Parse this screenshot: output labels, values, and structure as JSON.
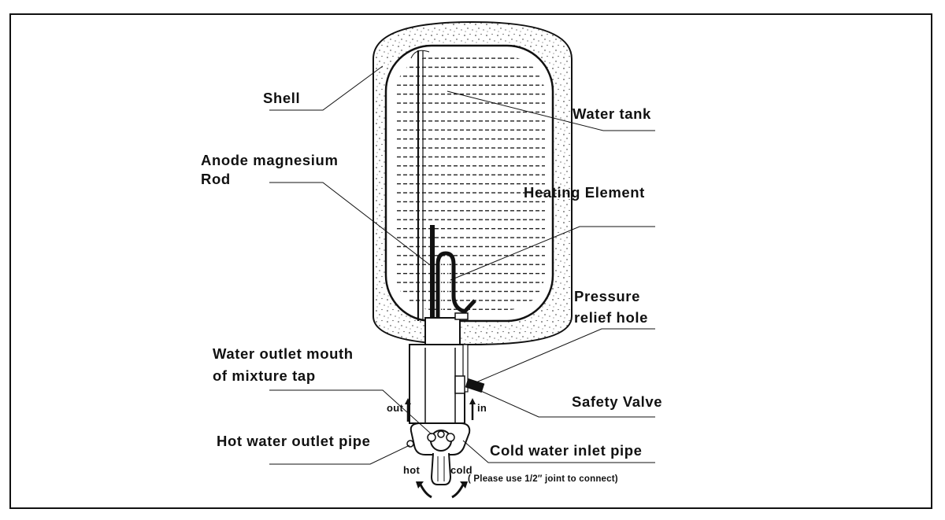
{
  "labels": {
    "shell": "Shell",
    "water_tank": "Water tank",
    "anode_line1": "Anode magnesium",
    "anode_line2": "Rod",
    "heating_element": "Heating Element",
    "pressure_line1": "Pressure",
    "pressure_line2": "relief hole",
    "outlet_mouth_line1": "Water outlet mouth",
    "outlet_mouth_line2": "of mixture tap",
    "safety_valve": "Safety Valve",
    "out": "out",
    "in": "in",
    "hot_pipe": "Hot water outlet pipe",
    "cold_pipe": "Cold water inlet pipe",
    "hot": "hot",
    "cold": "cold",
    "joint_note": "( Please use 1/2″  joint to connect)"
  },
  "colors": {
    "ink": "#111111",
    "background": "#ffffff"
  }
}
